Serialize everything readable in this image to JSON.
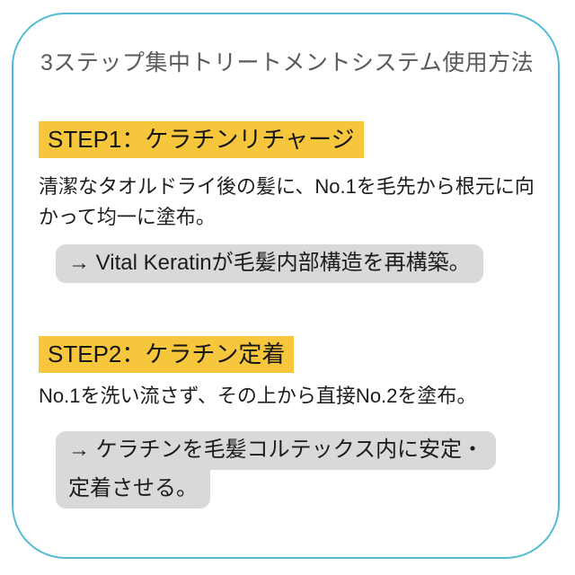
{
  "card": {
    "title": "3ステップ集中トリートメントシステム使用方法",
    "border_color": "#54bbd2",
    "highlight_yellow": "#f6c63c",
    "highlight_gray": "#d9d9d9",
    "steps": [
      {
        "heading": "STEP1：ケラチンリチャージ",
        "body": "清潔なタオルドライ後の髪に、No.1を毛先から根元に向かって均一に塗布。",
        "result_lines": [
          "→ Vital Keratinが毛髪内部構造を再構築。"
        ]
      },
      {
        "heading": "STEP2：ケラチン定着",
        "body": "No.1を洗い流さず、その上から直接No.2を塗布。",
        "result_lines": [
          "→ ケラチンを毛髪コルテックス内に安定・",
          "定着させる。"
        ]
      }
    ]
  }
}
